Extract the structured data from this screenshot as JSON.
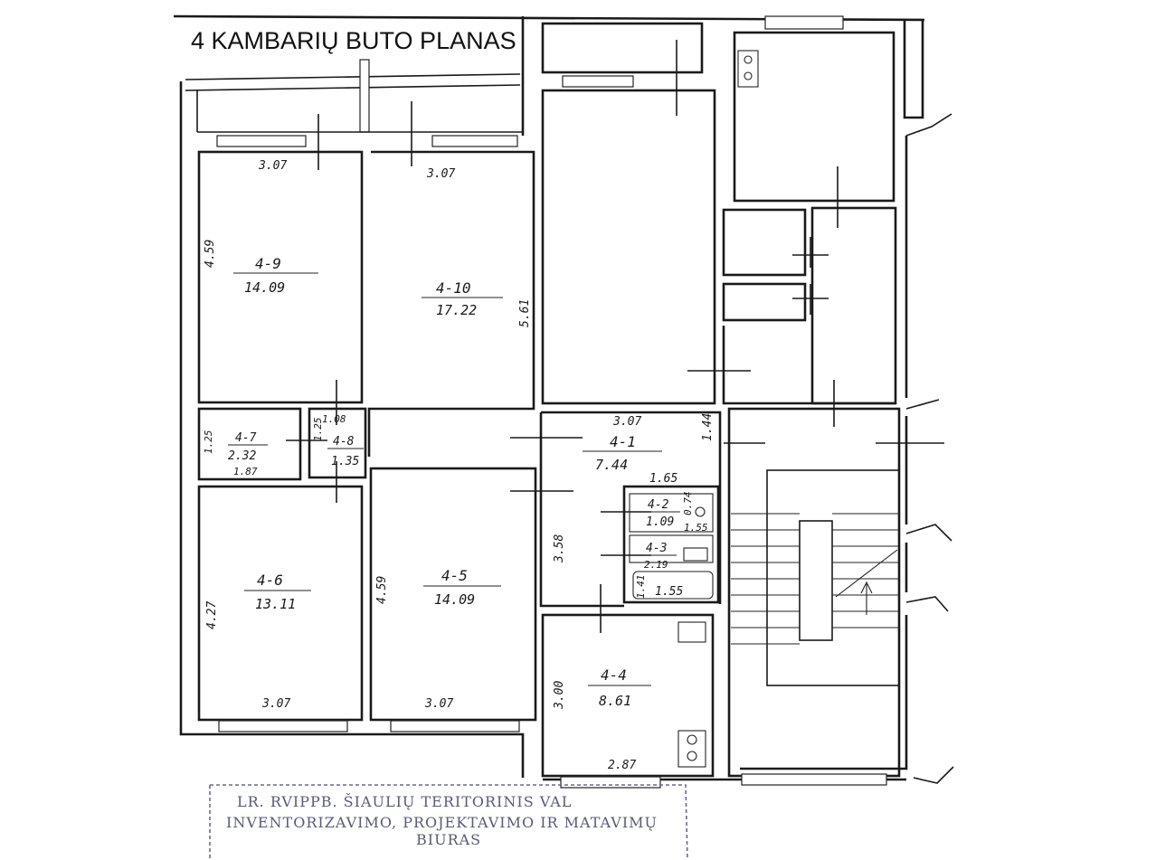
{
  "title": "4 KAMBARIŲ BUTO PLANAS",
  "rooms": [
    {
      "id": "4-9",
      "area": "14.09"
    },
    {
      "id": "4-10",
      "area": "17.22"
    },
    {
      "id": "4-7",
      "area": "2.32"
    },
    {
      "id": "4-8",
      "area": "1.35"
    },
    {
      "id": "4-1",
      "area": "7.44"
    },
    {
      "id": "4-2",
      "area": "1.09"
    },
    {
      "id": "4-3",
      "area": "2.19"
    },
    {
      "id": "4-6",
      "area": "13.11"
    },
    {
      "id": "4-5",
      "area": "14.09"
    },
    {
      "id": "4-4",
      "area": "8.61"
    }
  ],
  "dimensions": {
    "r49_width": "3.07",
    "r49_height": "4.59",
    "r410_width": "3.07",
    "r410_height": "5.61",
    "r48_top": "1.08",
    "r48_side": "1.25",
    "r47_side": "1.25",
    "r47_width": "1.87",
    "r41_width": "3.07",
    "r41_height": "1.44",
    "r42_width": "1.65",
    "r42_side": "0.74",
    "r42_bottom": "1.55",
    "bath_side": "1.41",
    "bath_len": "1.55",
    "r45_height": "3.58",
    "r46_height": "4.27",
    "r46_width": "3.07",
    "r45_side": "4.59",
    "r45_width": "3.07",
    "r44_height": "3.00",
    "r44_width": "2.87"
  },
  "stamp": {
    "line1": "LR. RVIPPB. ŠIAULIŲ TERITORINIS VAL",
    "line2": "INVENTORIZAVIMO, PROJEKTAVIMO IR MATAVIMŲ",
    "line3": "BIURAS"
  }
}
